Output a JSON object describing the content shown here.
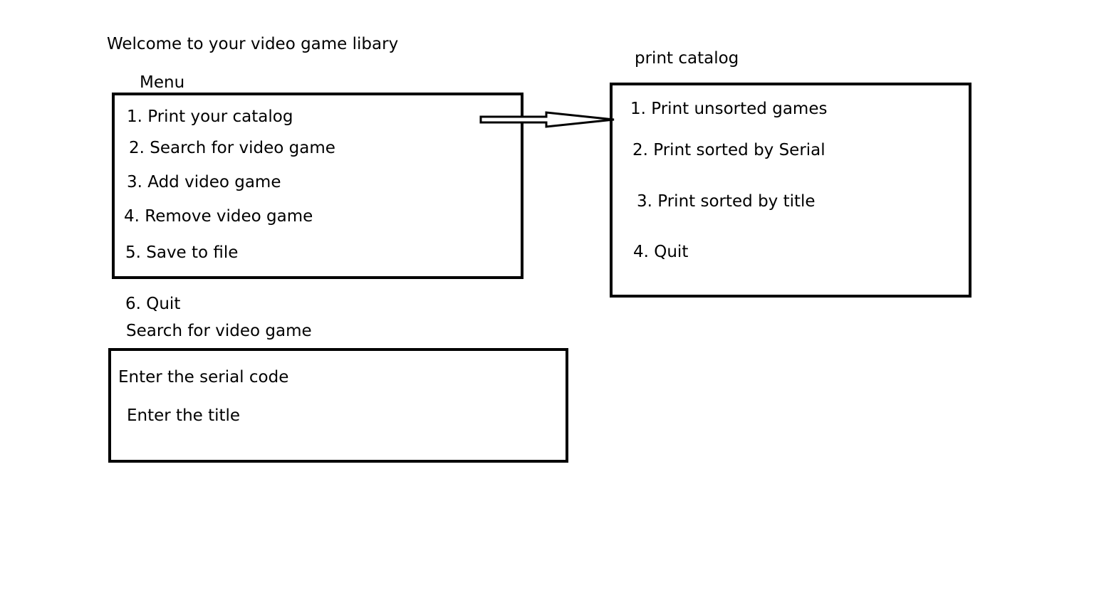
{
  "welcome_title": "Welcome to your video game libary",
  "menu": {
    "heading": "Menu",
    "items": [
      "1. Print your catalog",
      "2. Search for video game",
      "3. Add video game",
      "4. Remove video game",
      "5. Save to file"
    ],
    "outside_item": "6. Quit"
  },
  "print_catalog": {
    "heading": "print catalog",
    "items": [
      "1. Print unsorted games",
      "2. Print sorted by Serial",
      "3. Print sorted by title",
      "4. Quit"
    ]
  },
  "search": {
    "heading": "Search for video game",
    "items": [
      "Enter the serial code",
      "Enter the title"
    ]
  },
  "colors": {
    "ink": "#000000",
    "background": "#ffffff"
  },
  "icons": {
    "connector": "arrow-right-icon"
  }
}
